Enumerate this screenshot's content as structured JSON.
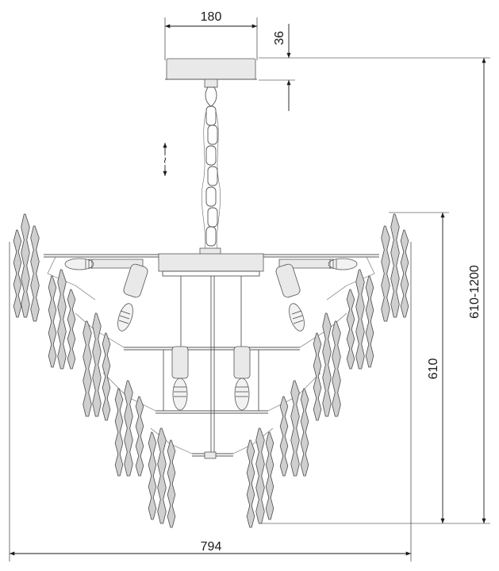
{
  "dimensions": {
    "canopy_width": "180",
    "canopy_height": "36",
    "total_height": "610-1200",
    "body_height": "610",
    "body_width": "794",
    "chain_adjustable": "~"
  },
  "colors": {
    "line": "#1a1a1a",
    "object": "#555555",
    "crystal": "#cfcfcf"
  }
}
